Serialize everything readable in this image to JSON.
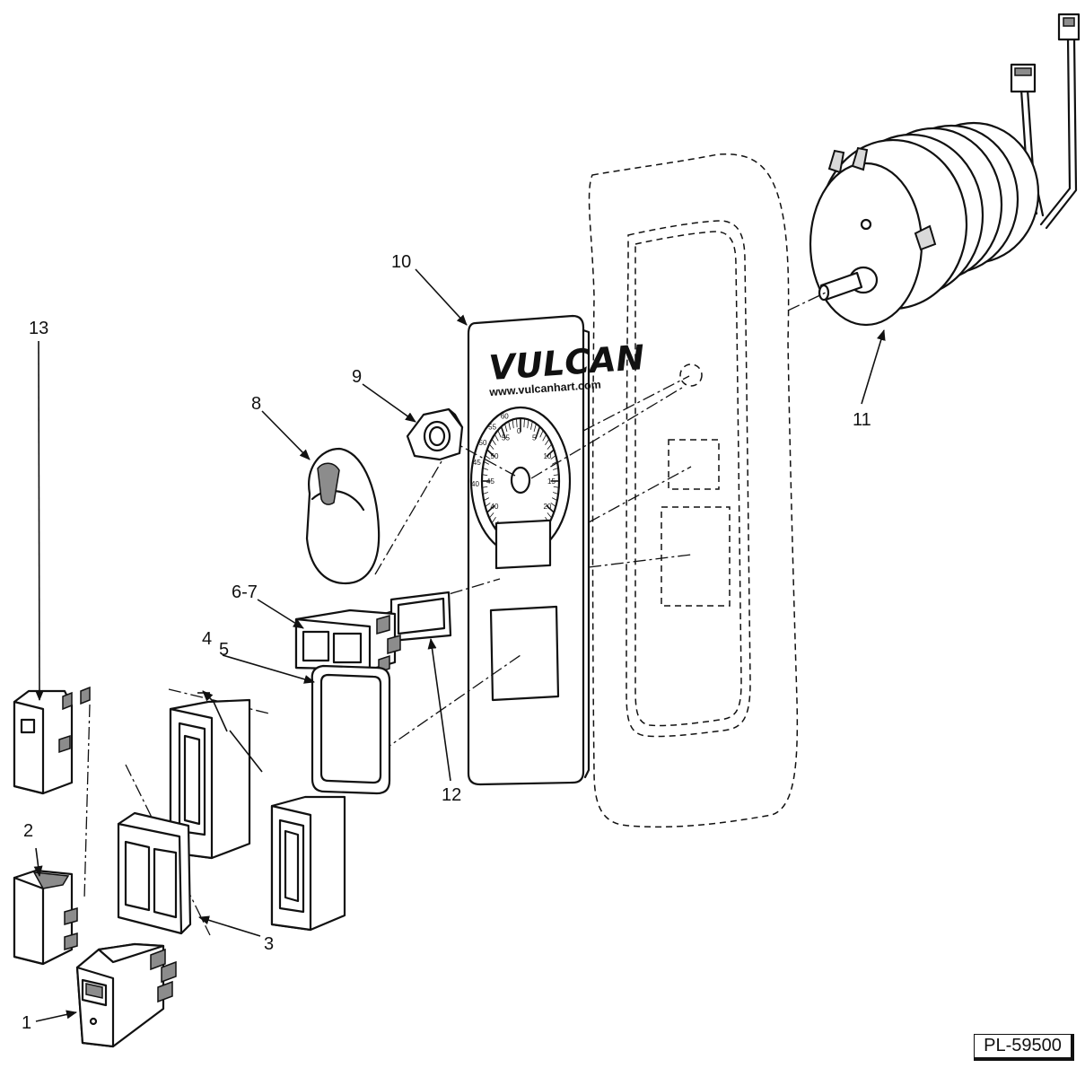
{
  "callouts": {
    "c1": "1",
    "c2": "2",
    "c3": "3",
    "c4": "4",
    "c5": "5",
    "c6": "6-7",
    "c8": "8",
    "c9": "9",
    "c10": "10",
    "c11": "11",
    "c12": "12",
    "c13": "13"
  },
  "panel": {
    "brand": "VULCAN",
    "website": "www.vulcanhart.com"
  },
  "dial": {
    "inner_ticks": [
      "0",
      "5",
      "10",
      "15",
      "20",
      "25",
      "30",
      "35",
      "40",
      "45",
      "50",
      "55"
    ],
    "outer_ticks": [
      "60",
      "55",
      "50",
      "45",
      "40",
      "35",
      "30",
      "25",
      "20",
      "15",
      "10",
      "5"
    ]
  },
  "drawing_id": "PL-59500",
  "colors": {
    "ink": "#111111",
    "shade": "#d9d9d9",
    "paper": "#ffffff"
  }
}
